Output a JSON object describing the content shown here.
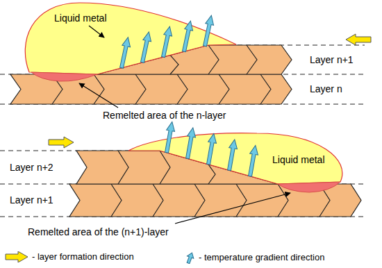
{
  "diagram": {
    "labels": [
      "Liquid metal",
      "Layer n+1",
      "Layer n",
      "Remelted area of the n-layer",
      "Liquid metal",
      "Layer n+2",
      "Layer n+1",
      "Remelted area of the (n+1)-layer"
    ],
    "legend": [
      {
        "text": "- layer formation direction"
      },
      {
        "text": "- temperature gradient direction"
      }
    ]
  }
}
